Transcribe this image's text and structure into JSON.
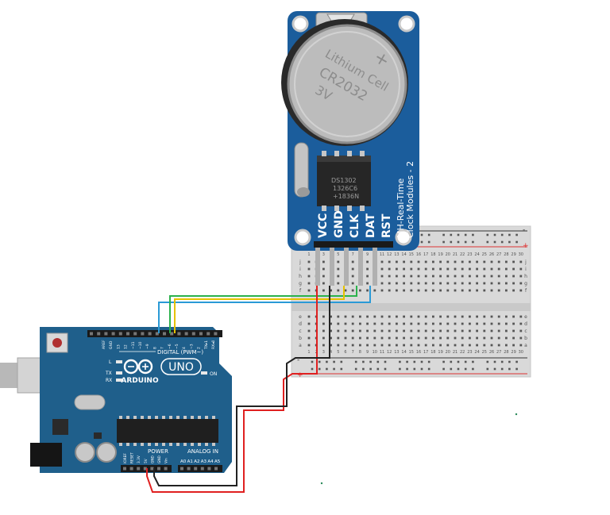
{
  "rtc_module": {
    "battery_line1": "Lithium Cell",
    "battery_line2": "CR2032",
    "battery_voltage": "3V",
    "battery_symbol": "+",
    "chip_line1": "DS1302",
    "chip_line2": "1326C6",
    "chip_line3": "+1836N",
    "module_line1": "MH-Real-Time",
    "module_line2": "Clock Modules - 2",
    "pins": [
      "VCC",
      "GND",
      "CLK",
      "DAT",
      "RST"
    ]
  },
  "breadboard": {
    "columns": [
      "1",
      "2",
      "3",
      "4",
      "5",
      "6",
      "7",
      "8",
      "9",
      "10",
      "11",
      "12",
      "13",
      "14",
      "15",
      "16",
      "17",
      "18",
      "19",
      "20",
      "21",
      "22",
      "23",
      "24",
      "25",
      "26",
      "27",
      "28",
      "29",
      "30"
    ],
    "rows_top": [
      "j",
      "i",
      "h",
      "g",
      "f"
    ],
    "rows_bottom": [
      "e",
      "d",
      "c",
      "b",
      "a"
    ],
    "rail_plus": "+",
    "rail_minus": "-"
  },
  "arduino": {
    "brand": "ARDUINO",
    "model": "UNO",
    "digital_label": "DIGITAL (PWM~)",
    "power_label": "POWER",
    "analog_label": "ANALOG IN",
    "on_label": "ON",
    "l_label": "L",
    "tx_label": "TX",
    "rx_label": "RX",
    "top_pins": [
      "AREF",
      "GND",
      "13",
      "12",
      "~11",
      "~10",
      "~9",
      "8",
      "7",
      "~6",
      "~5",
      "4",
      "~3",
      "2",
      "TX▸1",
      "RX◂0"
    ],
    "power_pins": [
      "IOREF",
      "RESET",
      "3.3V",
      "5V",
      "GND",
      "GND",
      "Vin"
    ],
    "analog_pins": [
      "A0",
      "A1",
      "A2",
      "A3",
      "A4",
      "A5"
    ]
  },
  "colors": {
    "board_blue": "#1f5f8b",
    "module_blue": "#1b5d9c",
    "wire_red": "#e02020",
    "wire_black": "#222222",
    "wire_green": "#2bb24c",
    "wire_yellow": "#e6c200",
    "wire_blue": "#2a9ad6"
  },
  "icons": {
    "battery": "coin-cell-icon",
    "chip": "dip-chip-icon",
    "usb": "usb-port-icon",
    "logo": "infinity-logo-icon"
  }
}
